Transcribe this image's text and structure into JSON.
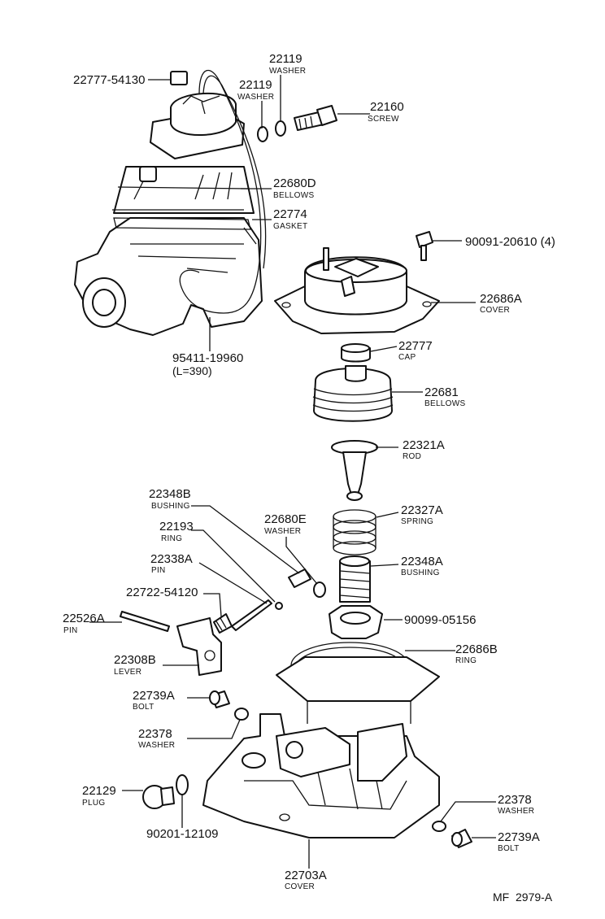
{
  "callouts": {
    "c22777_54130": {
      "number": "22777-54130"
    },
    "c22119_a": {
      "number": "22119",
      "name": "WASHER"
    },
    "c22119_b": {
      "number": "22119",
      "name": "WASHER"
    },
    "c22160": {
      "number": "22160",
      "name": "SCREW"
    },
    "c22680d": {
      "number": "22680D",
      "name": "BELLOWS"
    },
    "c22774": {
      "number": "22774",
      "name": "GASKET"
    },
    "c90091": {
      "number": "90091-20610 (4)"
    },
    "c22686a": {
      "number": "22686A",
      "name": "COVER"
    },
    "c95411": {
      "number": "95411-19960",
      "name": "(L=390)"
    },
    "c22777": {
      "number": "22777",
      "name": "CAP"
    },
    "c22681": {
      "number": "22681",
      "name": "BELLOWS"
    },
    "c22321a": {
      "number": "22321A",
      "name": "ROD"
    },
    "c22348b": {
      "number": "22348B",
      "name": "BUSHING"
    },
    "c22327a": {
      "number": "22327A",
      "name": "SPRING"
    },
    "c22193": {
      "number": "22193",
      "name": "RING"
    },
    "c22680e": {
      "number": "22680E",
      "name": "WASHER"
    },
    "c22338a": {
      "number": "22338A",
      "name": "PIN"
    },
    "c22348a": {
      "number": "22348A",
      "name": "BUSHING"
    },
    "c22722": {
      "number": "22722-54120"
    },
    "c22526a": {
      "number": "22526A",
      "name": "PIN"
    },
    "c90099": {
      "number": "90099-05156"
    },
    "c22686b": {
      "number": "22686B",
      "name": "RING"
    },
    "c22308b": {
      "number": "22308B",
      "name": "LEVER"
    },
    "c22739a_l": {
      "number": "22739A",
      "name": "BOLT"
    },
    "c22378_l": {
      "number": "22378",
      "name": "WASHER"
    },
    "c22129": {
      "number": "22129",
      "name": "PLUG"
    },
    "c90201": {
      "number": "90201-12109"
    },
    "c22378_r": {
      "number": "22378",
      "name": "WASHER"
    },
    "c22739a_r": {
      "number": "22739A",
      "name": "BOLT"
    },
    "c22703a": {
      "number": "22703A",
      "name": "COVER"
    }
  },
  "footer": {
    "ref": "MF  2979-A"
  }
}
